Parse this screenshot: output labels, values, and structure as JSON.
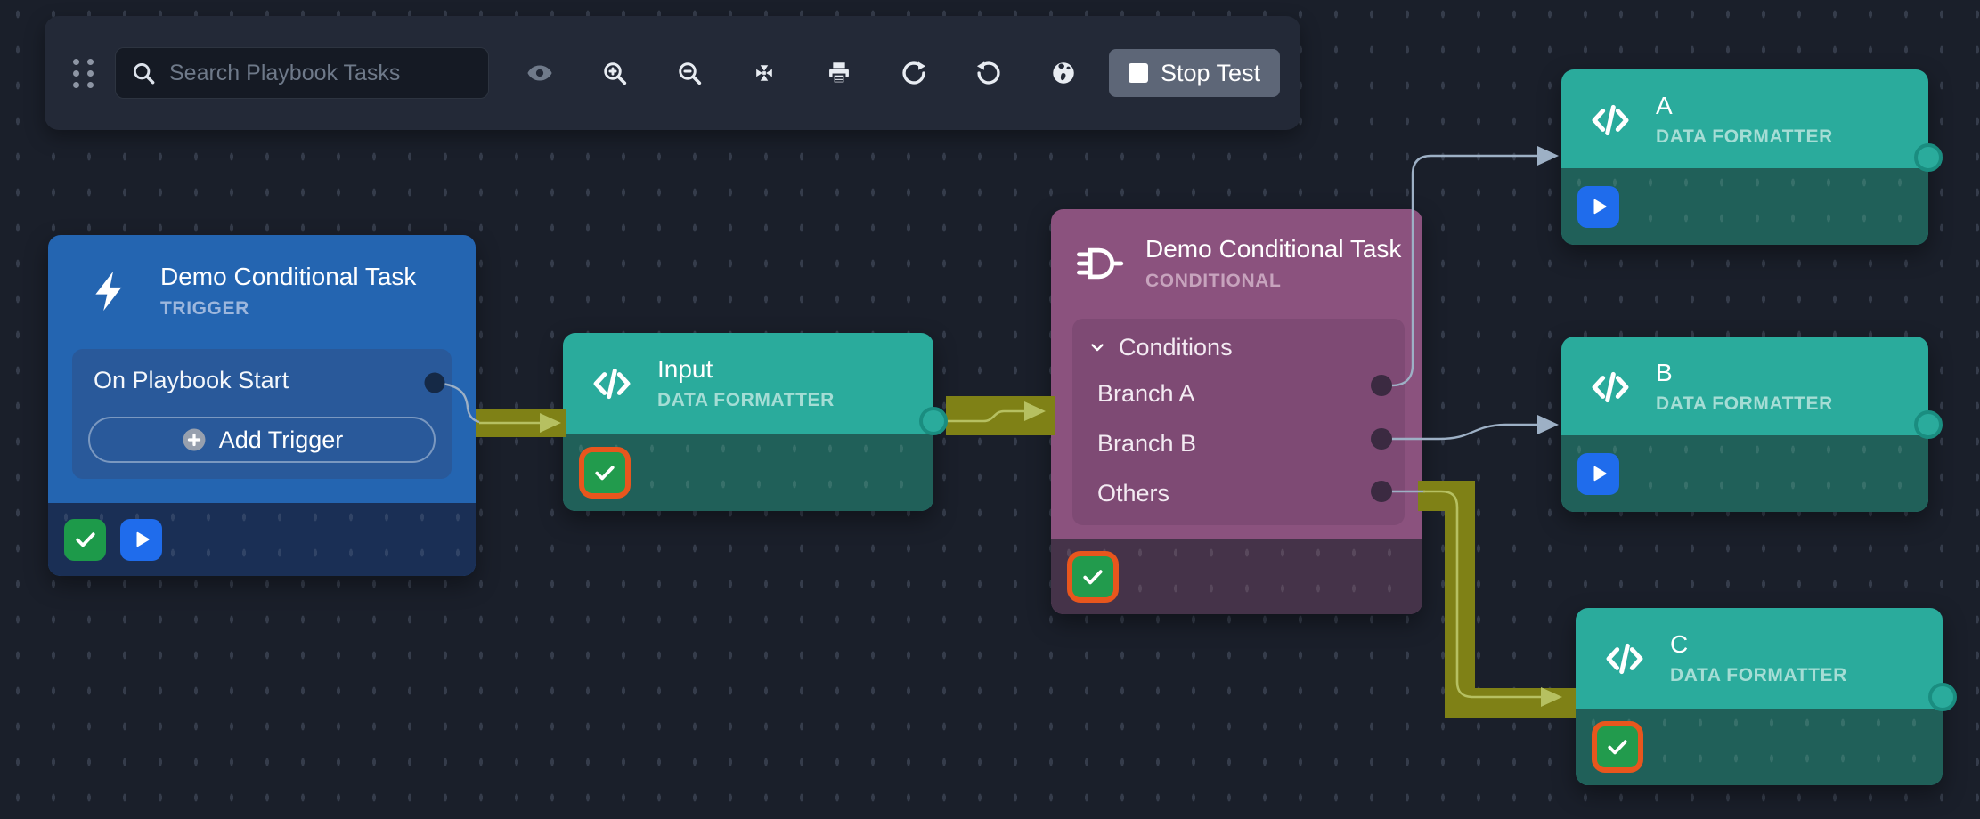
{
  "toolbar": {
    "search": {
      "placeholder": "Search Playbook Tasks"
    },
    "stop_test": {
      "label": "Stop Test"
    }
  },
  "nodes": {
    "trigger": {
      "title": "Demo Conditional Task",
      "type_label": "TRIGGER",
      "event_label": "On Playbook Start",
      "add_trigger_label": "Add Trigger"
    },
    "input": {
      "title": "Input",
      "type_label": "DATA FORMATTER"
    },
    "conditional": {
      "title": "Demo Conditional Task",
      "type_label": "CONDITIONAL",
      "conditions_label": "Conditions",
      "branches": [
        "Branch A",
        "Branch B",
        "Others"
      ]
    },
    "a": {
      "title": "A",
      "type_label": "DATA FORMATTER"
    },
    "b": {
      "title": "B",
      "type_label": "DATA FORMATTER"
    },
    "c": {
      "title": "C",
      "type_label": "DATA FORMATTER"
    }
  },
  "colors": {
    "executed_path_olive": "#7f8116",
    "executed_path_line": "#b6c061",
    "wire_gray": "#9db0c5",
    "teal_node": "#2aab9c",
    "blue_node": "#2465b1",
    "purple_node": "#8b527e",
    "success_green": "#1d9a4a",
    "run_blue": "#1f6cec",
    "highlight_orange": "#e8561d"
  }
}
